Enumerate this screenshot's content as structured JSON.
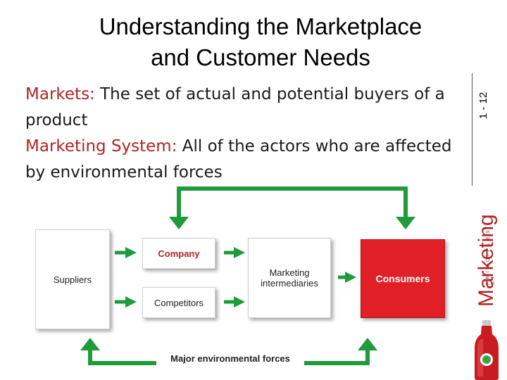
{
  "slide": {
    "title_line1": "Understanding the Marketplace",
    "title_line2": "and Customer Needs",
    "number": "1 - 12"
  },
  "content": {
    "markets_term": "Markets:",
    "markets_def": " The set of actual and potential buyers of a product",
    "system_term": "Marketing System:",
    "system_def": " All of the actors who are affected by environmental forces"
  },
  "branding": {
    "series": "PRINCIPLES OF",
    "book": "Marketing"
  },
  "diagram": {
    "suppliers": "Suppliers",
    "company": "Company",
    "competitors": "Competitors",
    "intermediaries_line1": "Marketing",
    "intermediaries_line2": "intermediaries",
    "consumers": "Consumers",
    "forces": "Major environmental forces"
  },
  "colors": {
    "accent_red": "#b02423",
    "consumer_red": "#e01f26",
    "arrow_green": "#1e9b3a"
  }
}
